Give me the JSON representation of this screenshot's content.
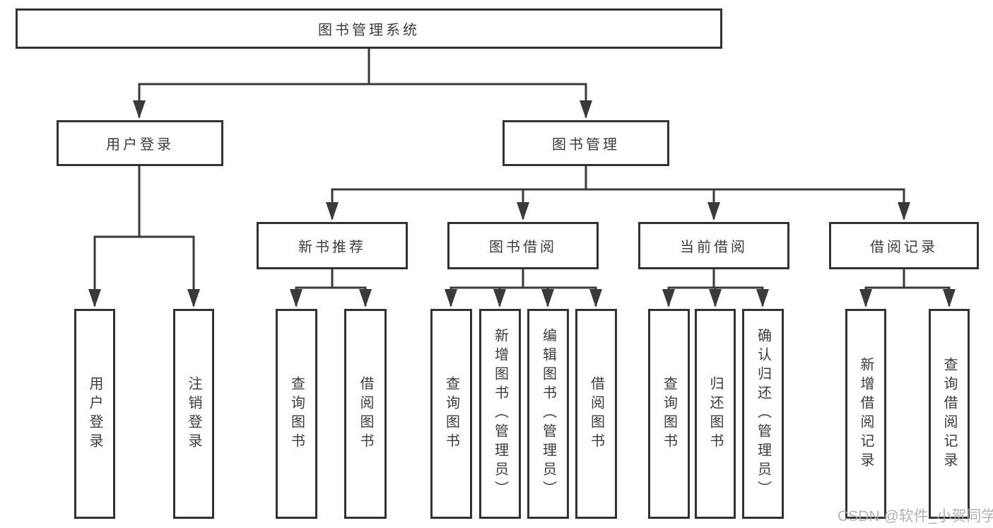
{
  "diagram": {
    "root": {
      "label": "图书管理系统"
    },
    "level2": [
      {
        "label": "用户登录"
      },
      {
        "label": "图书管理"
      }
    ],
    "level3": [
      {
        "label": "新书推荐"
      },
      {
        "label": "图书借阅"
      },
      {
        "label": "当前借阅"
      },
      {
        "label": "借阅记录"
      }
    ],
    "leaves_user_login": [
      {
        "label": "用户登录"
      },
      {
        "label": "注销登录"
      }
    ],
    "leaves_new_book": [
      {
        "label": "查询图书"
      },
      {
        "label": "借阅图书"
      }
    ],
    "leaves_book_borrow": [
      {
        "label": "查询图书"
      },
      {
        "label": "新增图书（管理员）"
      },
      {
        "label": "编辑图书（管理员）"
      },
      {
        "label": "借阅图书"
      }
    ],
    "leaves_current_borrow": [
      {
        "label": "查询图书"
      },
      {
        "label": "归还图书"
      },
      {
        "label": "确认归还（管理员）"
      }
    ],
    "leaves_borrow_records": [
      {
        "label": "新增借阅记录"
      },
      {
        "label": "查询借阅记录"
      }
    ],
    "watermark": "CSDN @软件_小贺同学",
    "colors": {
      "line": "#3a3a3a",
      "border": "#333333",
      "text": "#3c3c3c",
      "watermark": "#a8abae",
      "background": "#ffffff"
    }
  }
}
